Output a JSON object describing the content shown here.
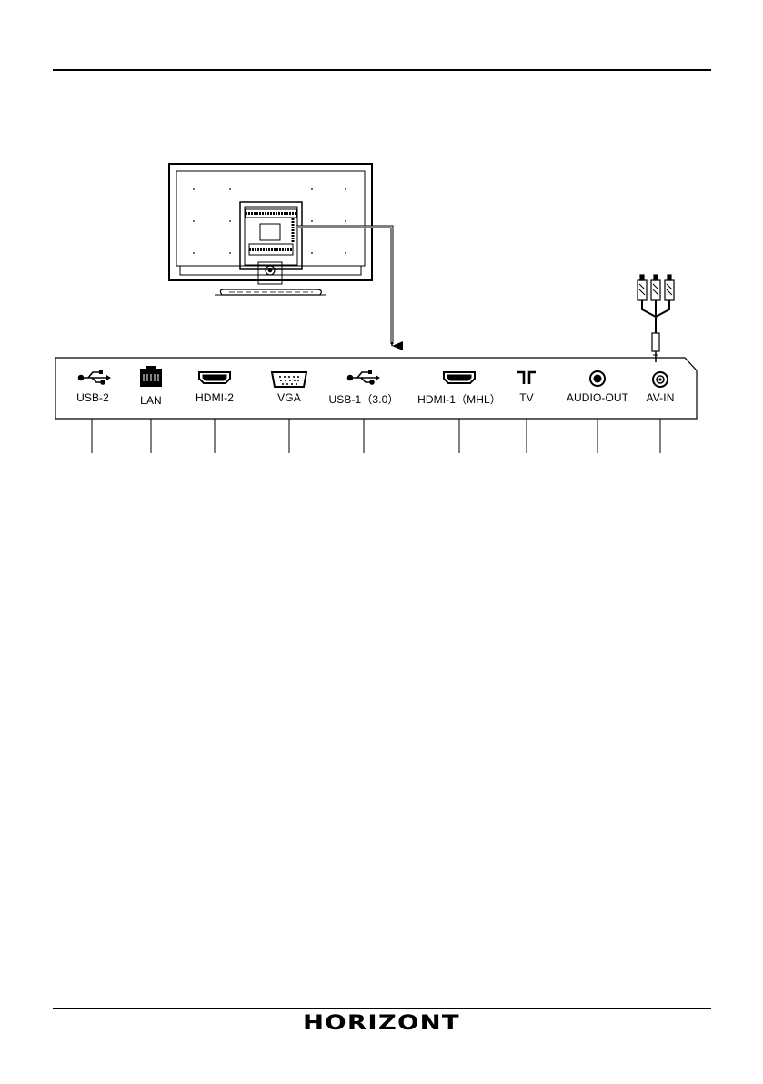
{
  "ports": [
    {
      "id": "usb-2",
      "label": "USB-2",
      "icon": "usb-icon"
    },
    {
      "id": "lan",
      "label": "LAN",
      "icon": "rj45-icon"
    },
    {
      "id": "hdmi-2",
      "label": "HDMI-2",
      "icon": "hdmi-icon"
    },
    {
      "id": "vga",
      "label": "VGA",
      "icon": "vga-icon"
    },
    {
      "id": "usb-1",
      "label": "USB-1（3.0）",
      "icon": "usb-icon"
    },
    {
      "id": "hdmi-1",
      "label": "HDMI-1（MHL）",
      "icon": "hdmi-icon"
    },
    {
      "id": "tv",
      "label": "TV",
      "icon": "antenna-icon"
    },
    {
      "id": "audio-out",
      "label": "AUDIO-OUT",
      "icon": "audio-jack-icon"
    },
    {
      "id": "av-in",
      "label": "AV-IN",
      "icon": "av-jack-icon"
    }
  ],
  "footer": {
    "brand": "HORIZONT"
  }
}
